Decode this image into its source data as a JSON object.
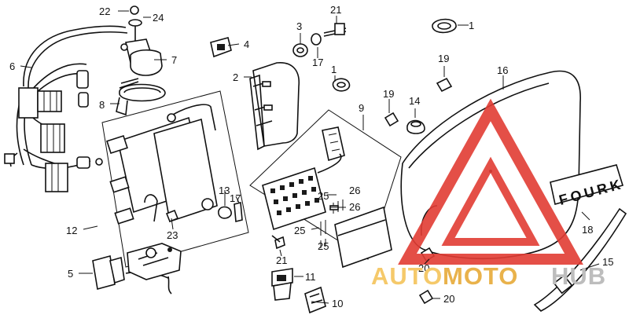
{
  "diagram": {
    "callouts": {
      "c1a": "1",
      "c1b": "1",
      "c2": "2",
      "c3": "3",
      "c4": "4",
      "c5": "5",
      "c6": "6",
      "c7": "7",
      "c8": "8",
      "c9": "9",
      "c10": "10",
      "c11": "11",
      "c12": "12",
      "c13": "13",
      "c14": "14",
      "c15": "15",
      "c16": "16",
      "c17a": "17",
      "c17b": "17",
      "c18": "18",
      "c19a": "19",
      "c19b": "19",
      "c20a": "20",
      "c20b": "20",
      "c21a": "21",
      "c21b": "21",
      "c22": "22",
      "c23": "23",
      "c24": "24",
      "c25a": "25",
      "c25b": "25",
      "c25c": "25",
      "c26a": "26",
      "c26b": "26"
    },
    "emblem_text": "FOURK"
  },
  "watermark": {
    "part1": "AUTO",
    "part2": "MOTO",
    "part3": "HUB",
    "colors": {
      "auto": "#f5c96a",
      "moto": "#e9b24b",
      "hub": "#bdbdbd",
      "triangle": "#e23c34"
    }
  }
}
